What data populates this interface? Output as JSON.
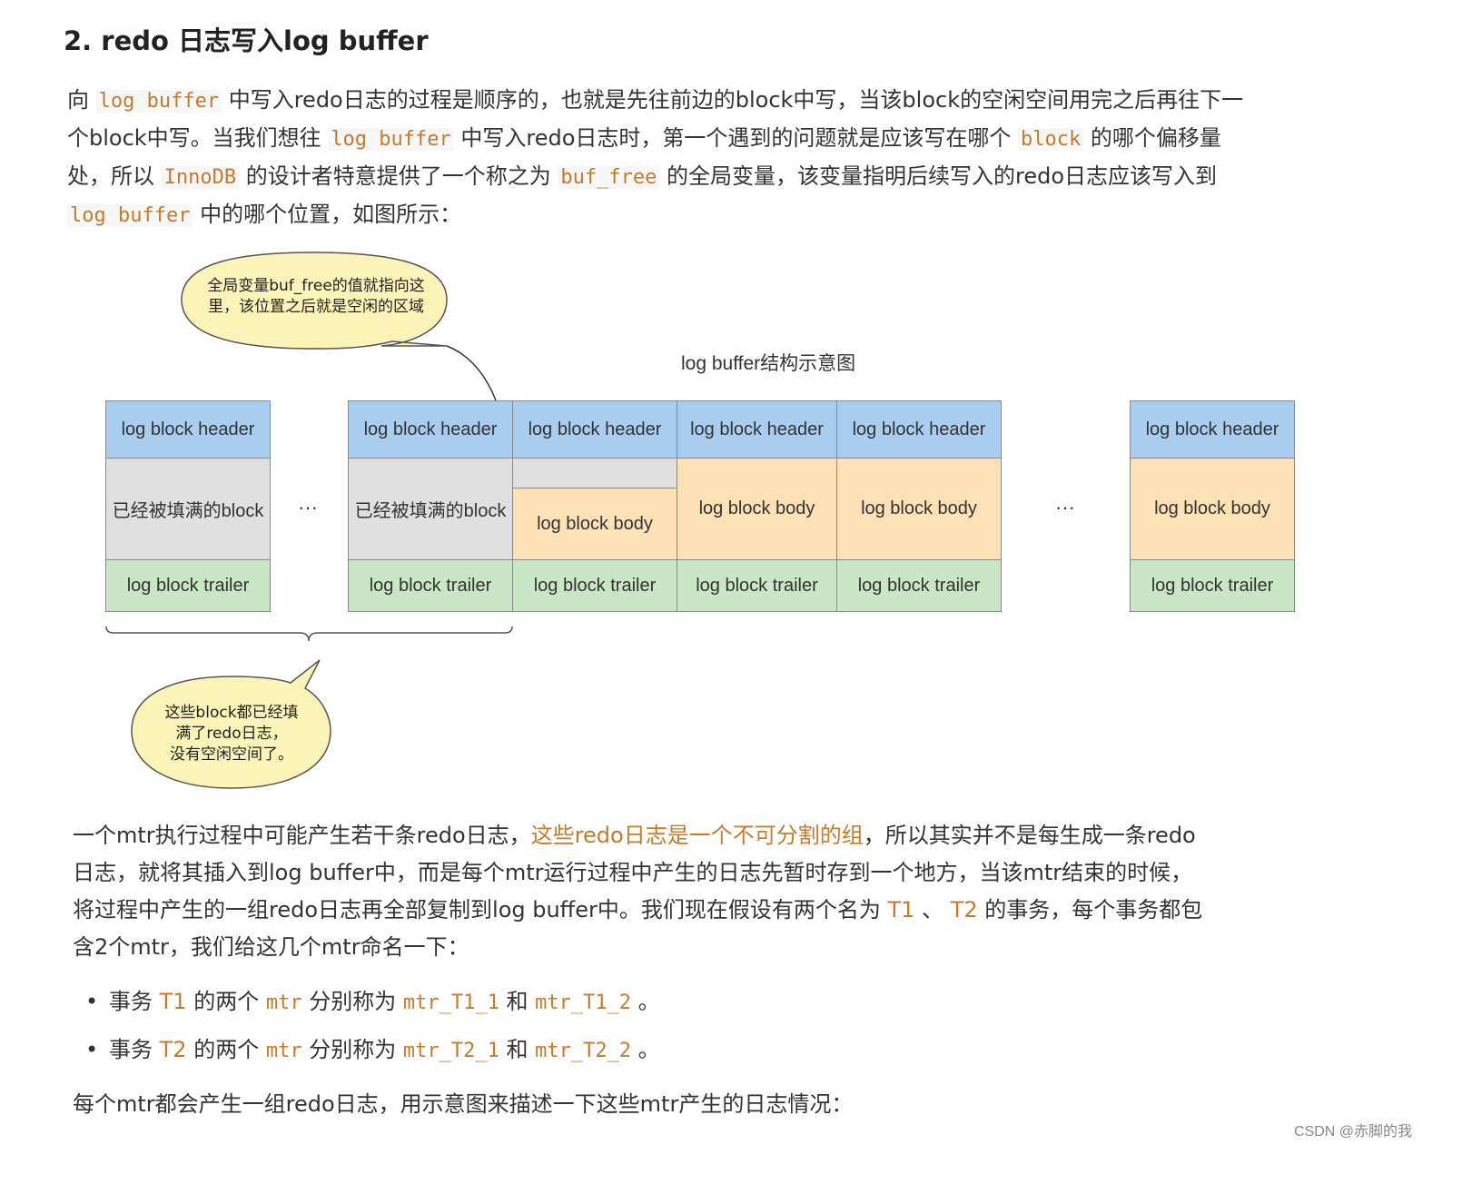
{
  "heading": "2. redo 日志写入log buffer",
  "intro": [
    {
      "t": "text",
      "v": "向 "
    },
    {
      "t": "code",
      "v": "log buffer"
    },
    {
      "t": "text",
      "v": " 中写入redo日志的过程是顺序的，也就是先往前边的block中写，当该block的空闲空间用完之后再往下一个block中写。当我们想往 "
    },
    {
      "t": "code",
      "v": "log buffer"
    },
    {
      "t": "text",
      "v": " 中写入redo日志时，第一个遇到的问题就是应该写在哪个 "
    },
    {
      "t": "code",
      "v": "block"
    },
    {
      "t": "text",
      "v": " 的哪个偏移量处，所以 "
    },
    {
      "t": "code",
      "v": "InnoDB"
    },
    {
      "t": "text",
      "v": " 的设计者特意提供了一个称之为 "
    },
    {
      "t": "code",
      "v": "buf_free"
    },
    {
      "t": "text",
      "v": " 的全局变量，该变量指明后续写入的redo日志应该写入到 "
    },
    {
      "t": "code",
      "v": "log buffer"
    },
    {
      "t": "text",
      "v": " 中的哪个位置，如图所示："
    }
  ],
  "diagram": {
    "title": "log buffer结构示意图",
    "header": "log block header",
    "filled": "已经被填满的block",
    "body": "log block body",
    "trailer": "log block trailer",
    "ellipsis": "···",
    "bubble_top": [
      "全局变量buf_free的值就指向这",
      "里，该位置之后就是空闲的区域"
    ],
    "bubble_bottom": [
      "这些block都已经填",
      "满了redo日志，",
      "没有空闲空间了。"
    ]
  },
  "para2": [
    {
      "t": "text",
      "v": "一个mtr执行过程中可能产生若干条redo日志，"
    },
    {
      "t": "hl",
      "v": "这些redo日志是一个不可分割的组"
    },
    {
      "t": "text",
      "v": "，所以其实并不是每生成一条redo日志，就将其插入到log buffer中，而是每个mtr运行过程中产生的日志先暂时存到一个地方，当该mtr结束的时候，将过程中产生的一组redo日志再全部复制到log buffer中。我们现在假设有两个名为 "
    },
    {
      "t": "hl",
      "v": "T1"
    },
    {
      "t": "text",
      "v": " 、 "
    },
    {
      "t": "hl",
      "v": "T2"
    },
    {
      "t": "text",
      "v": " 的事务，每个事务都包含2个mtr，我们给这几个mtr命名一下："
    }
  ],
  "bullets": [
    [
      {
        "t": "text",
        "v": "事务 "
      },
      {
        "t": "hl",
        "v": "T1"
      },
      {
        "t": "text",
        "v": " 的两个 "
      },
      {
        "t": "hlm",
        "v": "mtr"
      },
      {
        "t": "text",
        "v": " 分别称为 "
      },
      {
        "t": "hlm",
        "v": "mtr_T1_1"
      },
      {
        "t": "text",
        "v": " 和 "
      },
      {
        "t": "hlm",
        "v": "mtr_T1_2"
      },
      {
        "t": "text",
        "v": " 。"
      }
    ],
    [
      {
        "t": "text",
        "v": "事务 "
      },
      {
        "t": "hl",
        "v": "T2"
      },
      {
        "t": "text",
        "v": " 的两个 "
      },
      {
        "t": "hlm",
        "v": "mtr"
      },
      {
        "t": "text",
        "v": " 分别称为 "
      },
      {
        "t": "hlm",
        "v": "mtr_T2_1"
      },
      {
        "t": "text",
        "v": " 和 "
      },
      {
        "t": "hlm",
        "v": "mtr_T2_2"
      },
      {
        "t": "text",
        "v": " 。"
      }
    ]
  ],
  "para3": "每个mtr都会产生一组redo日志，用示意图来描述一下这些mtr产生的日志情况：",
  "watermark": "CSDN @赤脚的我"
}
